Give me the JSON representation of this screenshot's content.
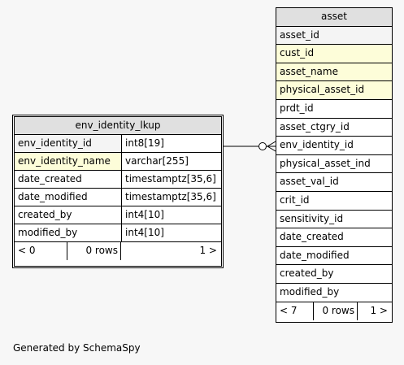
{
  "env_identity_lkup": {
    "title": "env_identity_lkup",
    "rows": [
      {
        "name": "env_identity_id",
        "type": "int8[19]",
        "kind": "key"
      },
      {
        "name": "env_identity_name",
        "type": "varchar[255]",
        "kind": "index"
      },
      {
        "name": "date_created",
        "type": "timestamptz[35,6]",
        "kind": "plain"
      },
      {
        "name": "date_modified",
        "type": "timestamptz[35,6]",
        "kind": "plain"
      },
      {
        "name": "created_by",
        "type": "int4[10]",
        "kind": "plain"
      },
      {
        "name": "modified_by",
        "type": "int4[10]",
        "kind": "plain"
      }
    ],
    "footer": {
      "parents": "< 0",
      "rows": "0 rows",
      "children": "1 >"
    }
  },
  "asset": {
    "title": "asset",
    "rows": [
      {
        "name": "asset_id",
        "kind": "key"
      },
      {
        "name": "cust_id",
        "kind": "index"
      },
      {
        "name": "asset_name",
        "kind": "index"
      },
      {
        "name": "physical_asset_id",
        "kind": "index"
      },
      {
        "name": "prdt_id",
        "kind": "plain"
      },
      {
        "name": "asset_ctgry_id",
        "kind": "plain"
      },
      {
        "name": "env_identity_id",
        "kind": "plain"
      },
      {
        "name": "physical_asset_ind",
        "kind": "plain"
      },
      {
        "name": "asset_val_id",
        "kind": "plain"
      },
      {
        "name": "crit_id",
        "kind": "plain"
      },
      {
        "name": "sensitivity_id",
        "kind": "plain"
      },
      {
        "name": "date_created",
        "kind": "plain"
      },
      {
        "name": "date_modified",
        "kind": "plain"
      },
      {
        "name": "created_by",
        "kind": "plain"
      },
      {
        "name": "modified_by",
        "kind": "plain"
      }
    ],
    "footer": {
      "parents": "< 7",
      "rows": "0 rows",
      "children": "1 >"
    }
  },
  "footer_text": "Generated by SchemaSpy"
}
